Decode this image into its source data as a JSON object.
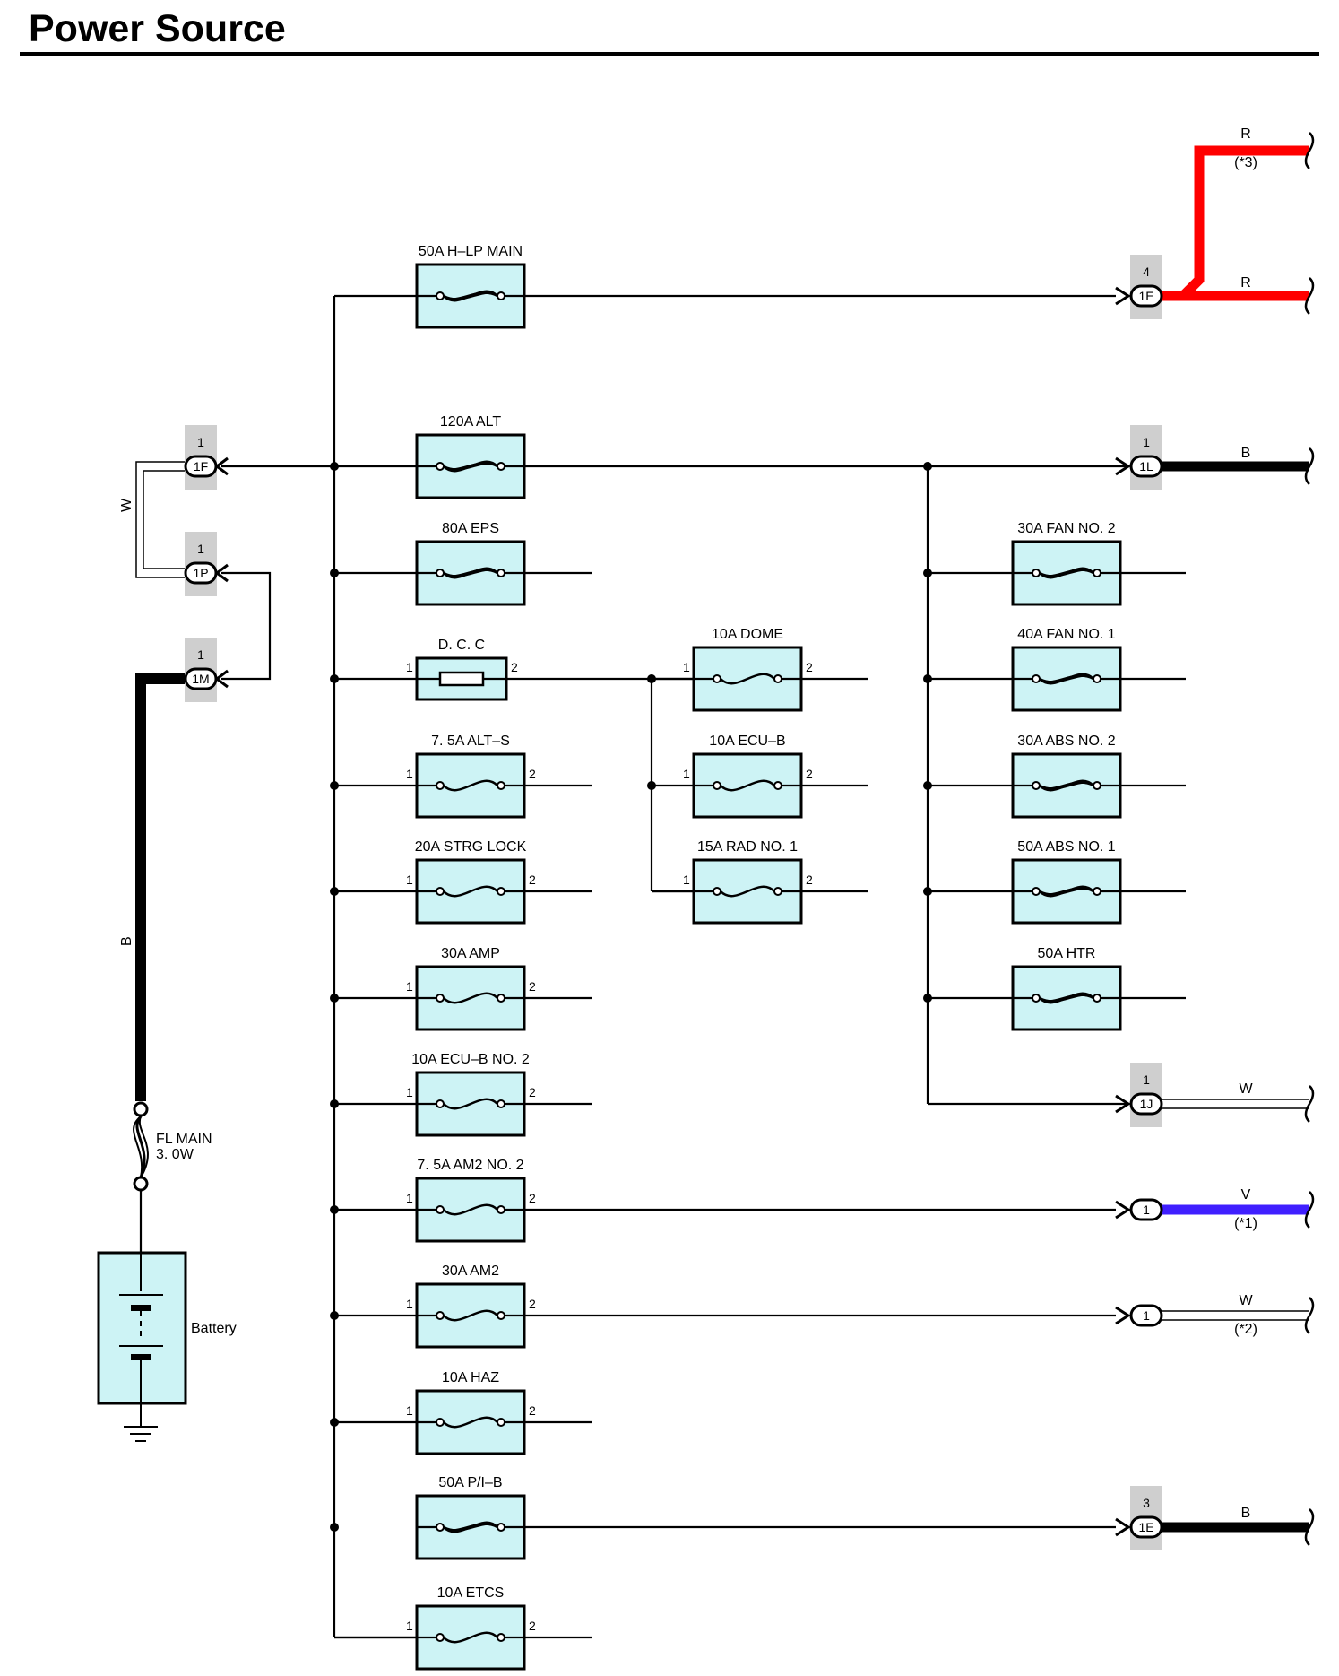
{
  "title": "Power Source",
  "colors": {
    "fuse_fill": "#cdf3f5",
    "wire_red": "#ff0000",
    "wire_violet": "#3f1fff",
    "wire_black": "#000000",
    "connector_grey": "#cfcfcf"
  },
  "fuses": [
    {
      "id": "hlp-main",
      "label": "50A H–LP MAIN",
      "type": "fusible-link",
      "pin1": "",
      "pin2": ""
    },
    {
      "id": "alt",
      "label": "120A ALT",
      "type": "fusible-link",
      "pin1": "",
      "pin2": ""
    },
    {
      "id": "eps",
      "label": "80A EPS",
      "type": "fusible-link",
      "pin1": "",
      "pin2": ""
    },
    {
      "id": "dcc",
      "label": "D. C. C",
      "type": "dcc",
      "pin1": "1",
      "pin2": "2"
    },
    {
      "id": "alt-s",
      "label": "7. 5A ALT–S",
      "type": "fuse",
      "pin1": "1",
      "pin2": "2"
    },
    {
      "id": "strg-lock",
      "label": "20A STRG LOCK",
      "type": "fuse",
      "pin1": "1",
      "pin2": "2"
    },
    {
      "id": "amp",
      "label": "30A AMP",
      "type": "fuse",
      "pin1": "1",
      "pin2": "2"
    },
    {
      "id": "ecu-b-no2",
      "label": "10A ECU–B NO. 2",
      "type": "fuse",
      "pin1": "1",
      "pin2": "2"
    },
    {
      "id": "am2-no2",
      "label": "7. 5A AM2 NO. 2",
      "type": "fuse",
      "pin1": "1",
      "pin2": "2"
    },
    {
      "id": "am2",
      "label": "30A AM2",
      "type": "fuse",
      "pin1": "1",
      "pin2": "2"
    },
    {
      "id": "haz",
      "label": "10A HAZ",
      "type": "fuse",
      "pin1": "1",
      "pin2": "2"
    },
    {
      "id": "pi-b",
      "label": "50A P/I–B",
      "type": "fusible-link",
      "pin1": "",
      "pin2": ""
    },
    {
      "id": "etcs",
      "label": "10A ETCS",
      "type": "fuse",
      "pin1": "1",
      "pin2": "2"
    },
    {
      "id": "dome",
      "label": "10A DOME",
      "type": "fuse",
      "pin1": "1",
      "pin2": "2"
    },
    {
      "id": "ecu-b",
      "label": "10A ECU–B",
      "type": "fuse",
      "pin1": "1",
      "pin2": "2"
    },
    {
      "id": "rad-no1",
      "label": "15A RAD NO. 1",
      "type": "fuse",
      "pin1": "1",
      "pin2": "2"
    },
    {
      "id": "fan-no2",
      "label": "30A FAN NO. 2",
      "type": "fusible-link",
      "pin1": "",
      "pin2": ""
    },
    {
      "id": "fan-no1",
      "label": "40A FAN NO. 1",
      "type": "fusible-link",
      "pin1": "",
      "pin2": ""
    },
    {
      "id": "abs-no2",
      "label": "30A ABS NO. 2",
      "type": "fusible-link",
      "pin1": "",
      "pin2": ""
    },
    {
      "id": "abs-no1",
      "label": "50A ABS NO. 1",
      "type": "fusible-link",
      "pin1": "",
      "pin2": ""
    },
    {
      "id": "htr",
      "label": "50A HTR",
      "type": "fusible-link",
      "pin1": "",
      "pin2": ""
    }
  ],
  "connectors": [
    {
      "id": "1F",
      "pin": "1",
      "code": "1F"
    },
    {
      "id": "1P",
      "pin": "1",
      "code": "1P"
    },
    {
      "id": "1M",
      "pin": "1",
      "code": "1M"
    },
    {
      "id": "1E-top",
      "pin": "4",
      "code": "1E"
    },
    {
      "id": "1L",
      "pin": "1",
      "code": "1L"
    },
    {
      "id": "1J",
      "pin": "1",
      "code": "1J"
    },
    {
      "id": "am2no2-out",
      "pin": "",
      "code": "1"
    },
    {
      "id": "am2-out",
      "pin": "",
      "code": "1"
    },
    {
      "id": "1E-bottom",
      "pin": "3",
      "code": "1E"
    }
  ],
  "wires": {
    "w_loop": "W",
    "b_main": "B",
    "r_upper": "R",
    "r_upper_note": "(*3)",
    "r_lower": "R",
    "b_alt": "B",
    "w_1j": "W",
    "v_am2no2": "V",
    "v_am2no2_note": "(*1)",
    "w_am2": "W",
    "w_am2_note": "(*2)",
    "b_pib": "B"
  },
  "fl_main": {
    "line1": "FL MAIN",
    "line2": "3. 0W"
  },
  "battery": {
    "label": "Battery"
  }
}
